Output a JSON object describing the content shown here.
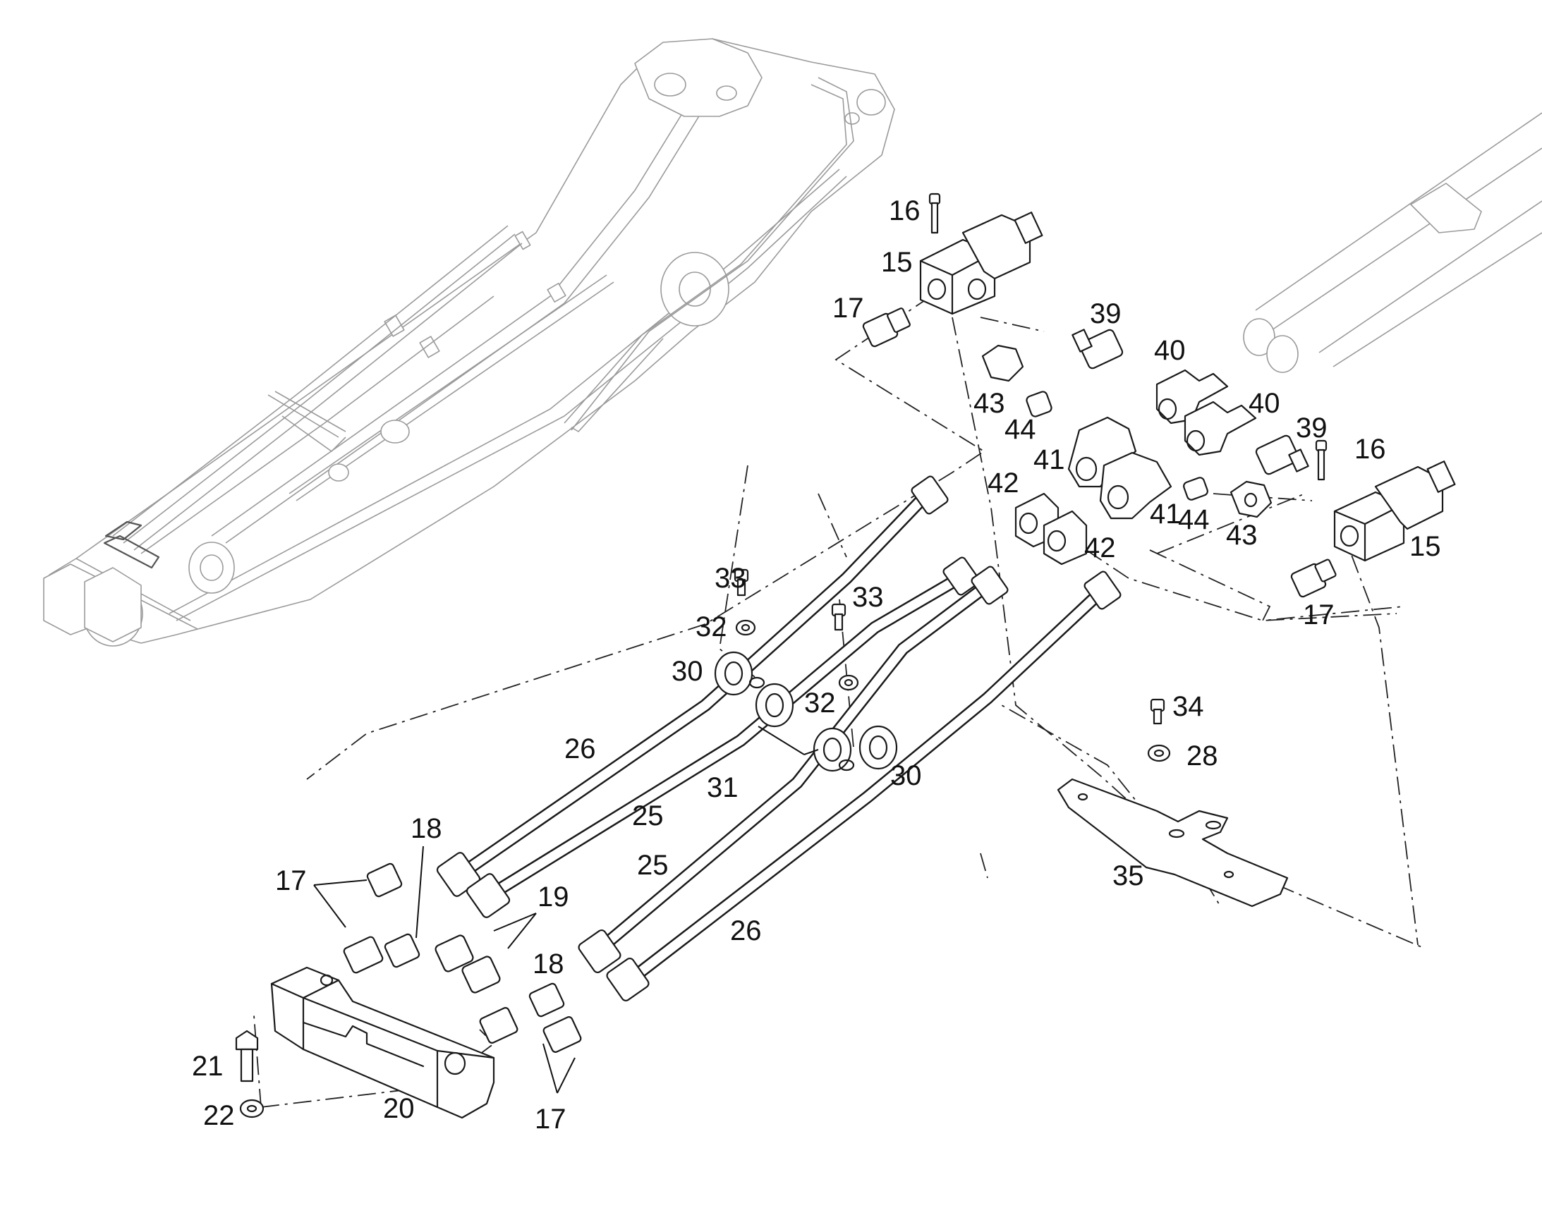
{
  "diagram": {
    "labels": [
      {
        "id": "l16a",
        "text": "16"
      },
      {
        "id": "l15a",
        "text": "15"
      },
      {
        "id": "l17a",
        "text": "17"
      },
      {
        "id": "l39a",
        "text": "39"
      },
      {
        "id": "l40a",
        "text": "40"
      },
      {
        "id": "l43a",
        "text": "43"
      },
      {
        "id": "l40b",
        "text": "40"
      },
      {
        "id": "l44a",
        "text": "44"
      },
      {
        "id": "l39b",
        "text": "39"
      },
      {
        "id": "l16b",
        "text": "16"
      },
      {
        "id": "l41a",
        "text": "41"
      },
      {
        "id": "l42a",
        "text": "42"
      },
      {
        "id": "l41b",
        "text": "41"
      },
      {
        "id": "l44b",
        "text": "44"
      },
      {
        "id": "l43b",
        "text": "43"
      },
      {
        "id": "l15b",
        "text": "15"
      },
      {
        "id": "l42b",
        "text": "42"
      },
      {
        "id": "l17b",
        "text": "17"
      },
      {
        "id": "l33a",
        "text": "33"
      },
      {
        "id": "l33b",
        "text": "33"
      },
      {
        "id": "l32a",
        "text": "32"
      },
      {
        "id": "l30a",
        "text": "30"
      },
      {
        "id": "l32b",
        "text": "32"
      },
      {
        "id": "l34",
        "text": "34"
      },
      {
        "id": "l28",
        "text": "28"
      },
      {
        "id": "l26a",
        "text": "26"
      },
      {
        "id": "l31",
        "text": "31"
      },
      {
        "id": "l30b",
        "text": "30"
      },
      {
        "id": "l25a",
        "text": "25"
      },
      {
        "id": "l18a",
        "text": "18"
      },
      {
        "id": "l25b",
        "text": "25"
      },
      {
        "id": "l35",
        "text": "35"
      },
      {
        "id": "l17c",
        "text": "17"
      },
      {
        "id": "l19",
        "text": "19"
      },
      {
        "id": "l26b",
        "text": "26"
      },
      {
        "id": "l18b",
        "text": "18"
      },
      {
        "id": "l21",
        "text": "21"
      },
      {
        "id": "l22",
        "text": "22"
      },
      {
        "id": "l20",
        "text": "20"
      },
      {
        "id": "l17d",
        "text": "17"
      }
    ]
  }
}
